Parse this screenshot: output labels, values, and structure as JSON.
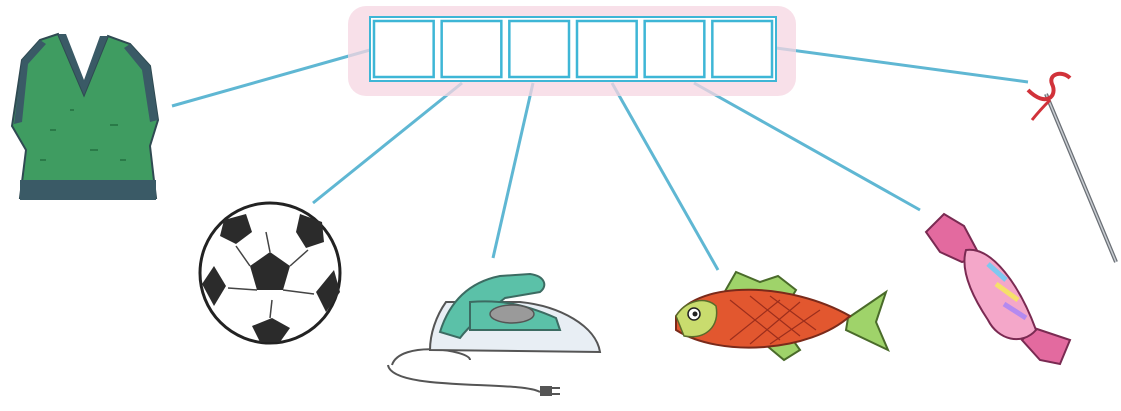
{
  "puzzle": {
    "answer_cells": [
      "",
      "",
      "",
      "",
      "",
      ""
    ],
    "cell_count": 6
  },
  "pictures": [
    {
      "name": "vest",
      "icon": "vest-icon"
    },
    {
      "name": "ball",
      "icon": "soccer-ball-icon"
    },
    {
      "name": "iron",
      "icon": "iron-icon"
    },
    {
      "name": "fish",
      "icon": "fish-icon"
    },
    {
      "name": "candy",
      "icon": "candy-icon"
    },
    {
      "name": "needle",
      "icon": "needle-icon"
    }
  ],
  "colors": {
    "line": "#5fb7d3",
    "box_border": "#3eb6d6",
    "box_glow": "#f6d6e2",
    "vest": "#3f9c61",
    "vest_trim": "#3a5a66",
    "fish": "#e2572f",
    "fin": "#9fd36a",
    "iron": "#5bc1a8",
    "thread": "#d1323a"
  }
}
